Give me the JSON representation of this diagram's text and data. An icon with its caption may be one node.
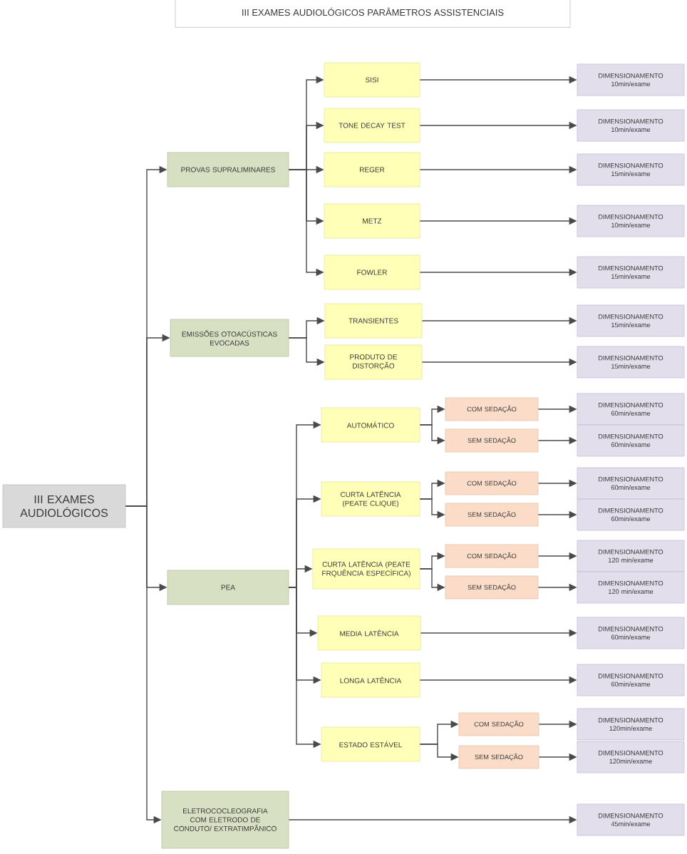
{
  "diagram": {
    "title": "III EXAMES AUDIOLÓGICOS PARÂMETROS ASSISTENCIAIS",
    "nodes": [
      {
        "text": [
          "III EXAMES AUDIOLÓGICOS"
        ]
      },
      {
        "text": [
          "PROVAS SUPRALIMINARES"
        ]
      },
      {
        "text": [
          "SISI"
        ]
      },
      {
        "text": [
          "TONE DECAY TEST"
        ]
      },
      {
        "text": [
          "REGER"
        ]
      },
      {
        "text": [
          "METZ"
        ]
      },
      {
        "text": [
          "FOWLER"
        ]
      },
      {
        "text": [
          "DIMENSIONAMENTO 10min/exame"
        ]
      },
      {
        "text": [
          "DIMENSIONAMENTO 10min/exame"
        ]
      },
      {
        "text": [
          "DIMENSIONAMENTO 15min/exame"
        ]
      },
      {
        "text": [
          "DIMENSIONAMENTO 10min/exame"
        ]
      },
      {
        "text": [
          "DIMENSIONAMENTO 15min/exame"
        ]
      },
      {
        "text": [
          "EMISSÕES OTOACÚSTICAS EVOCADAS"
        ]
      },
      {
        "text": [
          "TRANSIENTES"
        ]
      },
      {
        "text": [
          "PRODUTO DE DISTORÇÃO"
        ]
      },
      {
        "text": [
          "DIMENSIONAMENTO 15min/exame"
        ]
      },
      {
        "text": [
          "DIMENSIONAMENTO 15min/exame"
        ]
      },
      {
        "text": [
          "PEA"
        ]
      },
      {
        "text": [
          "AUTOMÁTICO"
        ]
      },
      {
        "text": [
          "COM SEDAÇÃO"
        ]
      },
      {
        "text": [
          "DIMENSIONAMENTO 60min/exame"
        ]
      },
      {
        "text": [
          "SEM SEDAÇÃO"
        ]
      },
      {
        "text": [
          "DIMENSIONAMENTO 60min/exame"
        ]
      },
      {
        "text": [
          "CURTA LATÊNCIA (PEATE CLIQUE)"
        ]
      },
      {
        "text": [
          "COM SEDAÇÃO"
        ]
      },
      {
        "text": [
          "DIMENSIONAMENTO 60min/exame"
        ]
      },
      {
        "text": [
          "SEM SEDAÇÃO"
        ]
      },
      {
        "text": [
          "DIMENSIONAMENTO 60min/exame"
        ]
      },
      {
        "text": [
          "CURTA LATÊNCIA (PEATE FRQUÊNCIA ESPECÍFICA)"
        ]
      },
      {
        "text": [
          "COM SEDAÇÃO"
        ]
      },
      {
        "text": [
          "DIMENSIONAMENTO 120 min/exame"
        ]
      },
      {
        "text": [
          "SEM SEDAÇÃO"
        ]
      },
      {
        "text": [
          "DIMENSIONAMENTO 120 min/exame"
        ]
      },
      {
        "text": [
          "MEDIA LATÊNCIA"
        ]
      },
      {
        "text": [
          "DIMENSIONAMENTO 60min/exame"
        ]
      },
      {
        "text": [
          "LONGA LATÊNCIA"
        ]
      },
      {
        "text": [
          "DIMENSIONAMENTO 60min/exame"
        ]
      },
      {
        "text": [
          "ESTADO ESTÁVEL"
        ]
      },
      {
        "text": [
          "COM SEDAÇÃO"
        ]
      },
      {
        "text": [
          "DIMENSIONAMENTO 120min/exame"
        ]
      },
      {
        "text": [
          "SEM SEDAÇÃO"
        ]
      },
      {
        "text": [
          "DIMENSIONAMENTO 120min/exame"
        ]
      },
      {
        "text": [
          "ELETROCOCLEOGRAFIA COM ELETRODO DE CONDUTO/ EXTRATIMPÂNICO"
        ]
      },
      {
        "text": [
          "DIMENSIONAMENTO 45min/exame"
        ]
      }
    ],
    "edges": [
      {
        "from": 0,
        "to": 1,
        "arrow": "to"
      },
      {
        "from": 0,
        "to": 12,
        "arrow": "to"
      },
      {
        "from": 0,
        "to": 17,
        "arrow": "to"
      },
      {
        "from": 0,
        "to": 42,
        "arrow": "to"
      },
      {
        "from": 1,
        "to": 2,
        "arrow": "to"
      },
      {
        "from": 1,
        "to": 3,
        "arrow": "to"
      },
      {
        "from": 1,
        "to": 4,
        "arrow": "to"
      },
      {
        "from": 1,
        "to": 5,
        "arrow": "to"
      },
      {
        "from": 1,
        "to": 6,
        "arrow": "to"
      },
      {
        "from": 2,
        "to": 7,
        "arrow": "to"
      },
      {
        "from": 3,
        "to": 8,
        "arrow": "to"
      },
      {
        "from": 4,
        "to": 9,
        "arrow": "to"
      },
      {
        "from": 5,
        "to": 10,
        "arrow": "to"
      },
      {
        "from": 6,
        "to": 11,
        "arrow": "to"
      },
      {
        "from": 12,
        "to": 13,
        "arrow": "to"
      },
      {
        "from": 12,
        "to": 14,
        "arrow": "to"
      },
      {
        "from": 13,
        "to": 15,
        "arrow": "to"
      },
      {
        "from": 14,
        "to": 16,
        "arrow": "to"
      },
      {
        "from": 17,
        "to": 18,
        "arrow": "to"
      },
      {
        "from": 17,
        "to": 23,
        "arrow": "to"
      },
      {
        "from": 17,
        "to": 28,
        "arrow": "to"
      },
      {
        "from": 17,
        "to": 33,
        "arrow": "to"
      },
      {
        "from": 17,
        "to": 35,
        "arrow": "to"
      },
      {
        "from": 17,
        "to": 37,
        "arrow": "to"
      },
      {
        "from": 18,
        "to": 19,
        "arrow": "to"
      },
      {
        "from": 19,
        "to": 20,
        "arrow": "to"
      },
      {
        "from": 18,
        "to": 21,
        "arrow": "to"
      },
      {
        "from": 21,
        "to": 22,
        "arrow": "to"
      },
      {
        "from": 23,
        "to": 24,
        "arrow": "to"
      },
      {
        "from": 24,
        "to": 25,
        "arrow": "to"
      },
      {
        "from": 23,
        "to": 26,
        "arrow": "to"
      },
      {
        "from": 26,
        "to": 27,
        "arrow": "to"
      },
      {
        "from": 28,
        "to": 29,
        "arrow": "to"
      },
      {
        "from": 29,
        "to": 30,
        "arrow": "to"
      },
      {
        "from": 28,
        "to": 31,
        "arrow": "to"
      },
      {
        "from": 31,
        "to": 32,
        "arrow": "to"
      },
      {
        "from": 33,
        "to": 34,
        "arrow": "to"
      },
      {
        "from": 35,
        "to": 36,
        "arrow": "to"
      },
      {
        "from": 37,
        "to": 38,
        "arrow": "to"
      },
      {
        "from": 38,
        "to": 39,
        "arrow": "to"
      },
      {
        "from": 37,
        "to": 40,
        "arrow": "to"
      },
      {
        "from": 40,
        "to": 41,
        "arrow": "to"
      },
      {
        "from": 42,
        "to": 43,
        "arrow": "to"
      }
    ]
  }
}
